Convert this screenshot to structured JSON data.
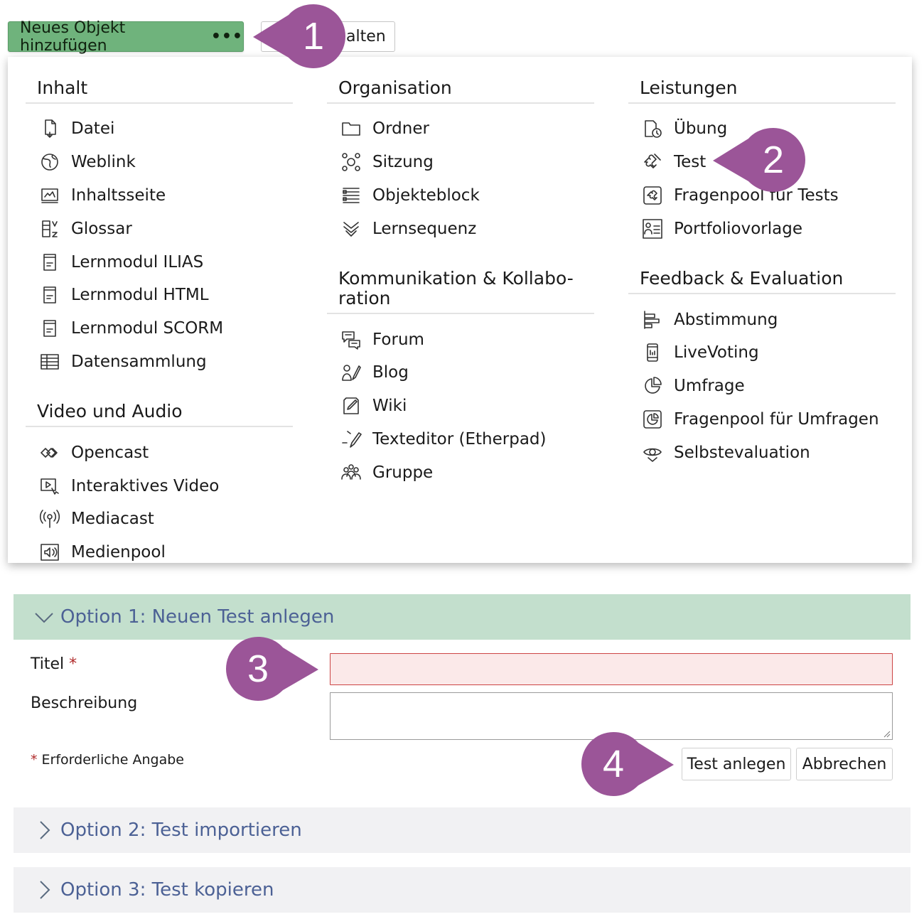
{
  "toolbar": {
    "add_label": "Neues Objekt hinzufügen",
    "add_dots": "•••",
    "second_label": "alten"
  },
  "markers": [
    "1",
    "2",
    "3",
    "4"
  ],
  "accent_color": "#9b5598",
  "menu": {
    "col1": [
      {
        "title": "Inhalt",
        "items": [
          {
            "label": "Datei",
            "icon": "file-icon"
          },
          {
            "label": "Weblink",
            "icon": "globe-link-icon"
          },
          {
            "label": "Inhaltsseite",
            "icon": "content-page-icon"
          },
          {
            "label": "Glossar",
            "icon": "glossary-icon"
          },
          {
            "label": "Lernmodul ILIAS",
            "icon": "learning-module-icon"
          },
          {
            "label": "Lernmodul HTML",
            "icon": "learning-module-icon"
          },
          {
            "label": "Lernmodul SCORM",
            "icon": "learning-module-icon"
          },
          {
            "label": "Datensammlung",
            "icon": "data-collection-icon"
          }
        ]
      },
      {
        "title": "Video und Audio",
        "items": [
          {
            "label": "Opencast",
            "icon": "opencast-icon"
          },
          {
            "label": "Interaktives Video",
            "icon": "interactive-video-icon"
          },
          {
            "label": "Mediacast",
            "icon": "broadcast-icon"
          },
          {
            "label": "Medienpool",
            "icon": "media-pool-icon"
          }
        ]
      }
    ],
    "col2": [
      {
        "title": "Organisation",
        "items": [
          {
            "label": "Ordner",
            "icon": "folder-icon"
          },
          {
            "label": "Sitzung",
            "icon": "session-icon"
          },
          {
            "label": "Objekteblock",
            "icon": "object-block-icon"
          },
          {
            "label": "Lernsequenz",
            "icon": "learning-sequence-icon"
          }
        ]
      },
      {
        "title": "Kommunikation & Kollabo-ration",
        "title_line1": "Kommunikation & Kollabo-",
        "title_line2": "ration",
        "items": [
          {
            "label": "Forum",
            "icon": "forum-icon"
          },
          {
            "label": "Blog",
            "icon": "blog-icon"
          },
          {
            "label": "Wiki",
            "icon": "wiki-icon"
          },
          {
            "label": "Texteditor (Etherpad)",
            "icon": "text-editor-icon"
          },
          {
            "label": "Gruppe",
            "icon": "group-icon"
          }
        ]
      }
    ],
    "col3": [
      {
        "title": "Leistungen",
        "items": [
          {
            "label": "Übung",
            "icon": "exercise-icon"
          },
          {
            "label": "Test",
            "icon": "test-puzzle-icon"
          },
          {
            "label": "Fragenpool für Tests",
            "icon": "question-pool-icon"
          },
          {
            "label": "Portfoliovorlage",
            "icon": "portfolio-template-icon"
          }
        ]
      },
      {
        "title": "Feedback & Evaluation",
        "items": [
          {
            "label": "Abstimmung",
            "icon": "poll-icon"
          },
          {
            "label": "LiveVoting",
            "icon": "live-voting-icon"
          },
          {
            "label": "Umfrage",
            "icon": "survey-icon"
          },
          {
            "label": "Fragenpool für Umfragen",
            "icon": "survey-pool-icon"
          },
          {
            "label": "Selbstevaluation",
            "icon": "self-evaluation-icon"
          }
        ]
      }
    ]
  },
  "form": {
    "section1_title": "Option 1: Neuen Test anlegen",
    "title_label": "Titel",
    "required_mark": "*",
    "title_value": "",
    "description_label": "Beschreibung",
    "description_value": "",
    "required_note": "Erforderliche Angabe",
    "submit_label": "Test anlegen",
    "cancel_label": "Abbrechen",
    "section2_title": "Option 2: Test importieren",
    "section3_title": "Option 3: Test kopieren"
  }
}
